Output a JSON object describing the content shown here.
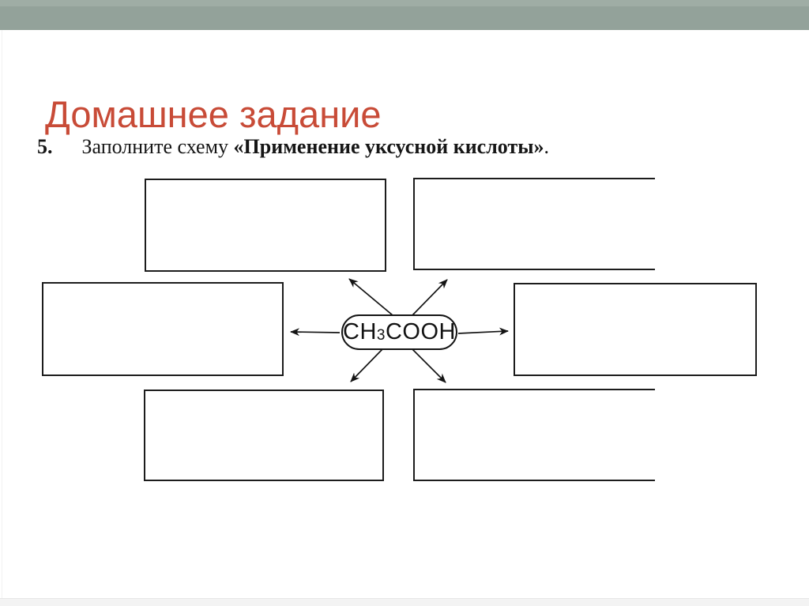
{
  "slide": {
    "title": "Домашнее задание"
  },
  "exercise": {
    "number": "5.",
    "text_regular": "Заполните схему ",
    "text_bold": "«Применение уксусной кислоты»",
    "text_end": "."
  },
  "diagram": {
    "type": "spider-scheme",
    "center_formula": {
      "prefix": "CH",
      "sub": "3",
      "suffix": "COOH"
    },
    "boxes": [
      {
        "position": "top-left",
        "label": ""
      },
      {
        "position": "top-right",
        "label": ""
      },
      {
        "position": "middle-left",
        "label": ""
      },
      {
        "position": "middle-right",
        "label": ""
      },
      {
        "position": "bottom-left",
        "label": ""
      },
      {
        "position": "bottom-right",
        "label": ""
      }
    ],
    "arrows": [
      "center-to-top-left",
      "center-to-top-right",
      "center-to-middle-left",
      "center-to-middle-right",
      "center-to-bottom-left",
      "center-to-bottom-right"
    ]
  },
  "colors": {
    "header_bar": "#93a29a",
    "title_text": "#c84b37",
    "ink": "#1c1c1c",
    "background": "#ffffff"
  }
}
